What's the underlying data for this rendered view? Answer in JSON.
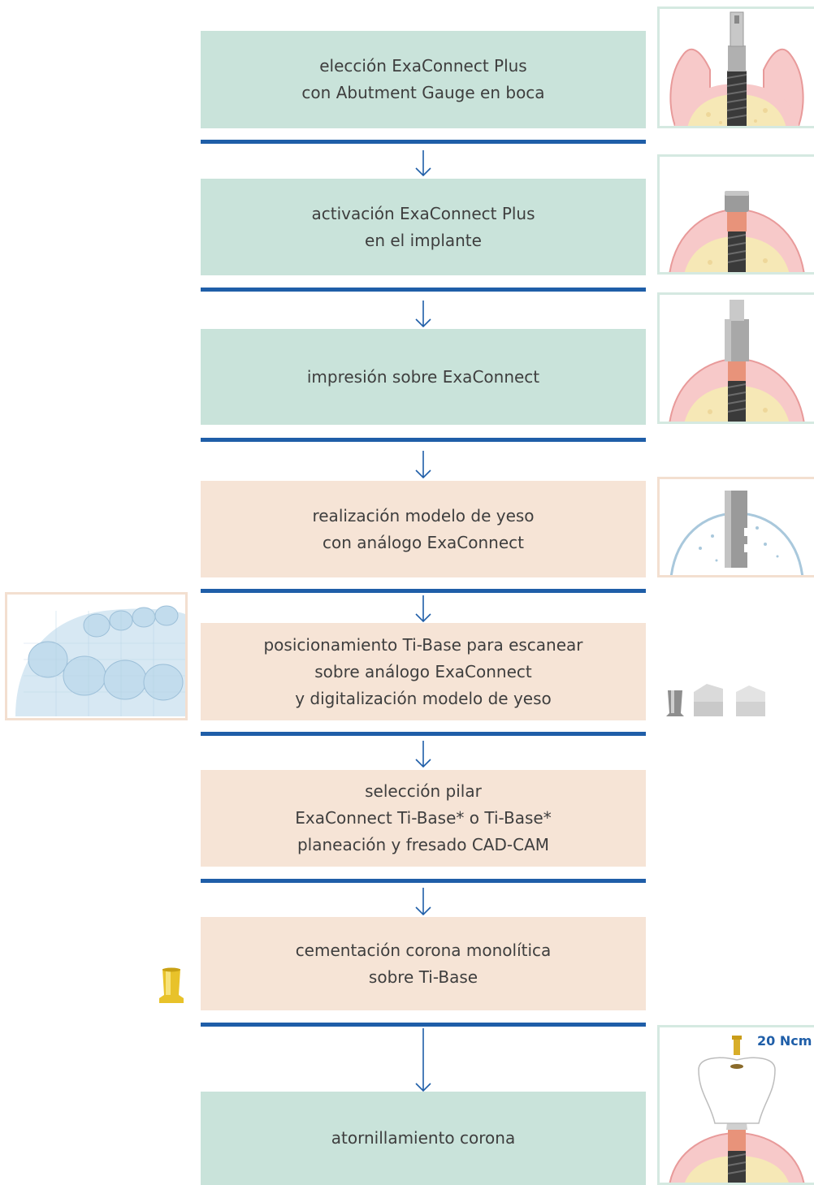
{
  "steps": [
    {
      "line1": "elección ExaConnect Plus",
      "line2": "con Abutment Gauge en boca",
      "line3": ""
    },
    {
      "line1": "activación ExaConnect Plus",
      "line2": "en el implante",
      "line3": ""
    },
    {
      "line1": "impresión sobre ExaConnect",
      "line2": "",
      "line3": ""
    },
    {
      "line1": "realización modelo de yeso",
      "line2": "con análogo ExaConnect",
      "line3": ""
    },
    {
      "line1": "posicionamiento Ti-Base para escanear",
      "line2": "sobre análogo ExaConnect",
      "line3": "y digitalización modelo de yeso"
    },
    {
      "line1": "selección pilar",
      "line2": "ExaConnect  Ti-Base* o Ti-Base*",
      "line3": "planeación y fresado CAD-CAM"
    },
    {
      "line1": "cementación corona monolítica",
      "line2": "sobre Ti-Base",
      "line3": ""
    },
    {
      "line1": "atornillamiento corona",
      "line2": "",
      "line3": ""
    }
  ],
  "torque_label": "20 Ncm",
  "colors": {
    "green_box": "#c9e3da",
    "peach_box": "#f6e4d6",
    "rule": "#1f5ea8",
    "arrow": "#1f5ea8",
    "text": "#3e3e3e"
  }
}
